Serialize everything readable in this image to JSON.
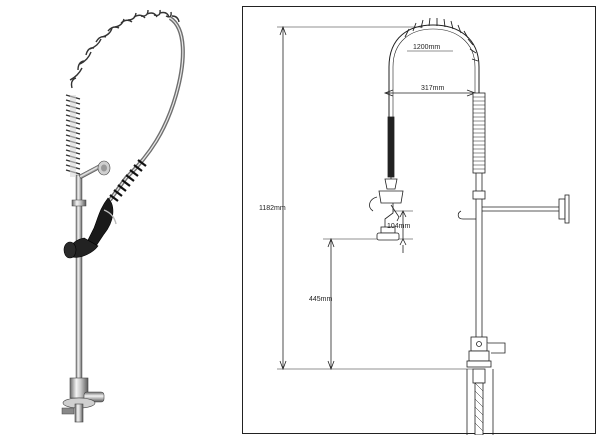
{
  "dimensions": {
    "hose_length": "1200mm",
    "reach": "317mm",
    "total_height": "1182mm",
    "spray_head_height": "104mm",
    "spray_clearance": "445mm"
  },
  "colors": {
    "chrome_light": "#f2f2f2",
    "chrome_mid": "#b5b5b5",
    "chrome_dark": "#555555",
    "rubber": "#1a1a1a",
    "line": "#222222"
  }
}
